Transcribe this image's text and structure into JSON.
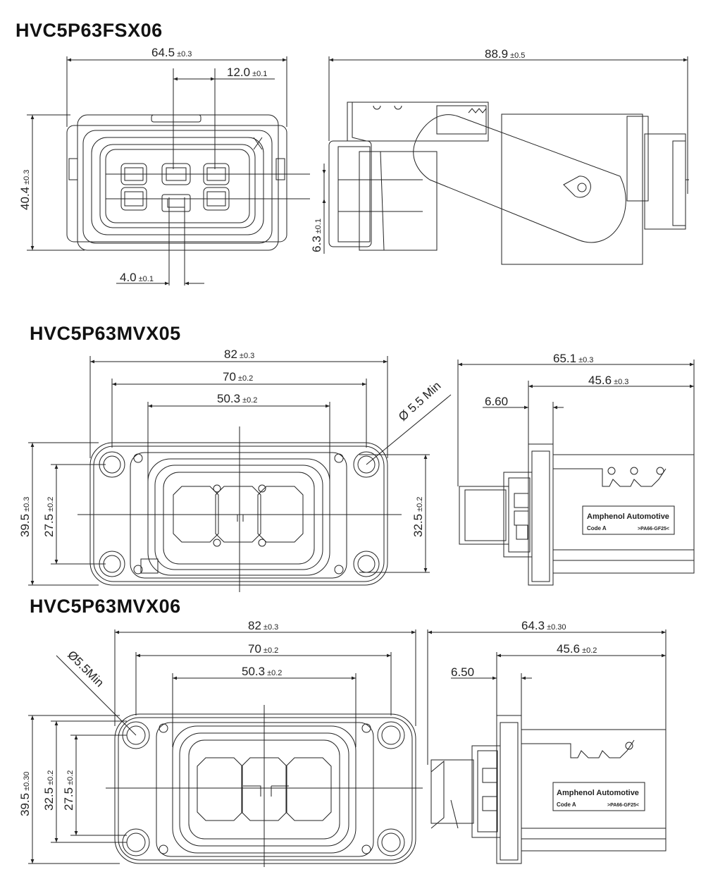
{
  "titles": [
    "HVC5P63FSX06",
    "HVC5P63MVX05",
    "HVC5P63MVX06"
  ],
  "fsx06": {
    "d_width": {
      "v": "64.5",
      "t": "±0.3"
    },
    "d_pitch": {
      "v": "12.0",
      "t": "±0.1"
    },
    "d_height": {
      "v": "40.4",
      "t": "±0.3"
    },
    "d_small": {
      "v": "6.3",
      "t": "±0.1"
    },
    "d_pin": {
      "v": "4.0",
      "t": "±0.1"
    },
    "d_length": {
      "v": "88.9",
      "t": "±0.5"
    }
  },
  "mvx05": {
    "d_82": {
      "v": "82",
      "t": "±0.3"
    },
    "d_70": {
      "v": "70",
      "t": "±0.2"
    },
    "d_503": {
      "v": "50.3",
      "t": "±0.2"
    },
    "d_395": {
      "v": "39.5",
      "t": "±0.3"
    },
    "d_275": {
      "v": "27.5",
      "t": "±0.2"
    },
    "d_325": {
      "v": "32.5",
      "t": "±0.2"
    },
    "d_hole": "Ø 5.5 Min",
    "d_651": {
      "v": "65.1",
      "t": "±0.3"
    },
    "d_456": {
      "v": "45.6",
      "t": "±0.3"
    },
    "d_660": "6.60",
    "label1": "Amphenol Automotive",
    "label2": "Code A",
    "label3": ">PA66-GF25<"
  },
  "mvx06": {
    "d_82": {
      "v": "82",
      "t": "±0.3"
    },
    "d_70": {
      "v": "70",
      "t": "±0.2"
    },
    "d_503": {
      "v": "50.3",
      "t": "±0.2"
    },
    "d_395": {
      "v": "39.5",
      "t": "±0.30"
    },
    "d_325": {
      "v": "32.5",
      "t": "±0.2"
    },
    "d_275": {
      "v": "27.5",
      "t": "±0.2"
    },
    "d_hole": "Ø5.5Min",
    "d_643": {
      "v": "64.3",
      "t": "±0.30"
    },
    "d_456": {
      "v": "45.6",
      "t": "±0.2"
    },
    "d_650": "6.50",
    "label1": "Amphenol Automotive",
    "label2": "Code A",
    "label3": ">PA66-GF25<"
  }
}
